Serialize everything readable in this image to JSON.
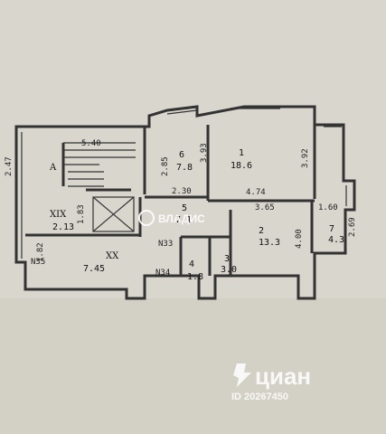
{
  "rooms": [
    {
      "id": "1",
      "area": "18.6"
    },
    {
      "id": "2",
      "area": "13.3"
    },
    {
      "id": "3",
      "area": "3.0"
    },
    {
      "id": "4",
      "area": "1.8"
    },
    {
      "id": "5",
      "area": "7.1"
    },
    {
      "id": "6",
      "area": "7.8"
    },
    {
      "id": "7",
      "area": "4.3"
    }
  ],
  "common_areas": {
    "a_label": "A",
    "xix_label": "XIX",
    "xix_area": "2.13",
    "xx_label": "XX",
    "xx_area": "7.45",
    "n35": "N35",
    "n33": "N33",
    "n34": "N34"
  },
  "dimensions": {
    "d540": "5.40",
    "d247": "2.47",
    "d285": "2.85",
    "d393": "3.93",
    "d392": "3.92",
    "d230": "2.30",
    "d474": "4.74",
    "d365": "3.65",
    "d160": "1.60",
    "d183": "1.83",
    "d182": "1.82",
    "d400": "4.00",
    "d269": "2.69"
  },
  "watermark": {
    "vladis": "ВЛАДИС",
    "cian": "циан",
    "id_text": "ID 20267450"
  },
  "colors": {
    "paper": "#d9d6ce",
    "ink": "#333333",
    "watermark": "#ffffff"
  }
}
